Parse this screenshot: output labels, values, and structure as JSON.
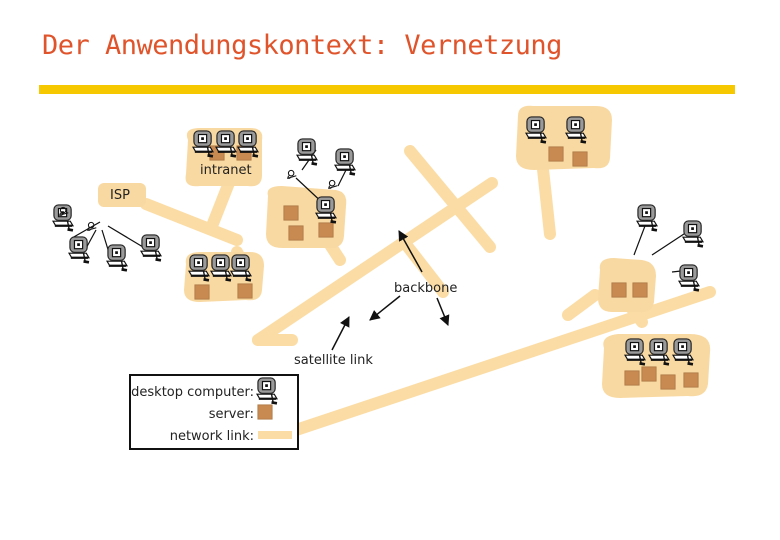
{
  "title": "Der Anwendungskontext: Vernetzung",
  "colors": {
    "title": "#e0542b",
    "rule": "#f5c800",
    "link": "#fbdca4",
    "cloud": "#f9d9a2",
    "server": "#c98a52",
    "pc": "#9a9a9a"
  },
  "labels": {
    "intranet": "intranet",
    "isp": "ISP",
    "backbone": "backbone",
    "satellite": "satellite link"
  },
  "legend": {
    "desktop": "desktop computer:",
    "server": "server:",
    "link": "network link:"
  },
  "icons": {
    "pc": "desktop-computer-icon",
    "server": "server-icon",
    "modem": "modem-icon"
  }
}
